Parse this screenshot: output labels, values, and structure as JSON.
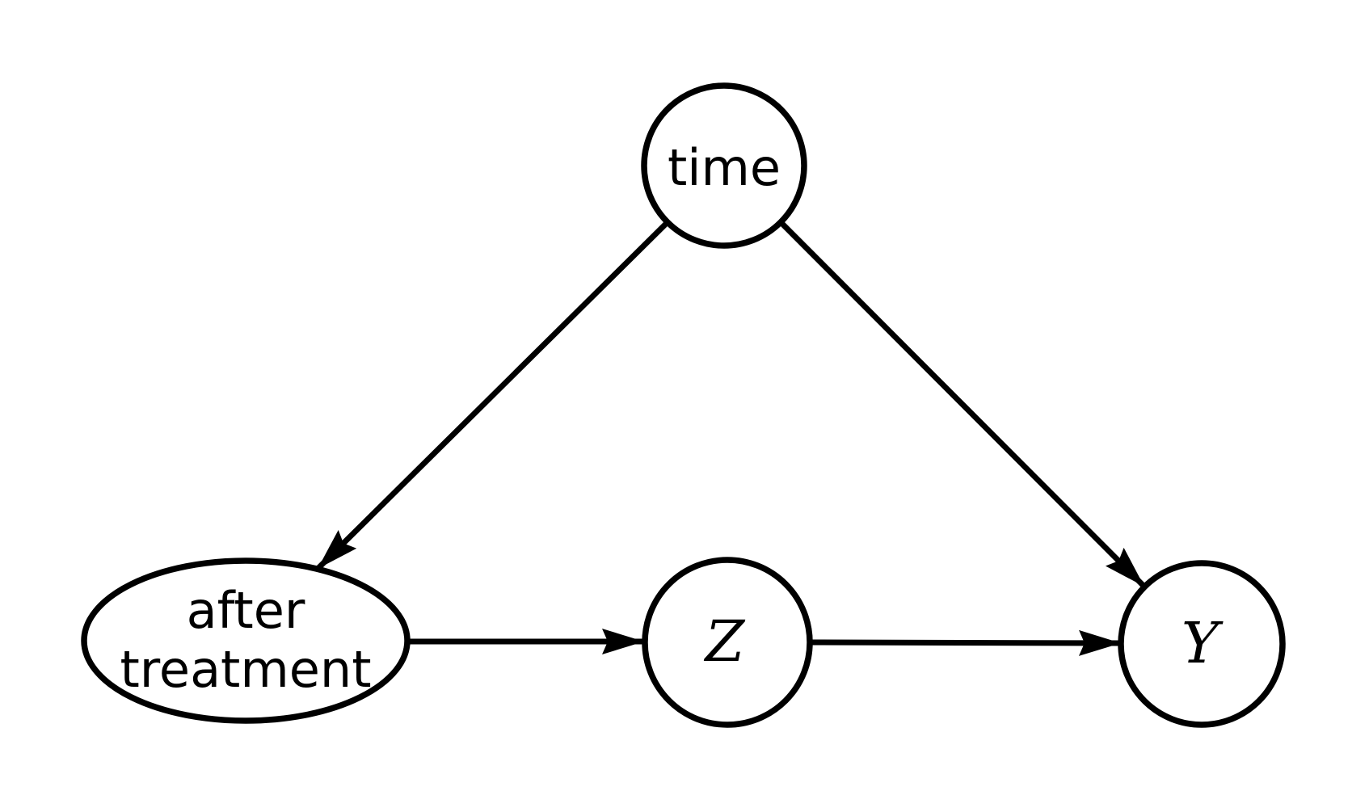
{
  "diagram": {
    "type": "causal-dag",
    "background_color": "#ffffff",
    "ink_color": "#000000",
    "nodes": [
      {
        "id": "time",
        "label": "time",
        "shape": "circle"
      },
      {
        "id": "after-treatment",
        "label_lines": [
          "after",
          "treatment"
        ],
        "shape": "ellipse"
      },
      {
        "id": "Z",
        "label": "Z",
        "shape": "circle",
        "label_style": "math-italic"
      },
      {
        "id": "Y",
        "label": "Y",
        "shape": "circle",
        "label_style": "math-italic"
      }
    ],
    "edges": [
      {
        "from": "time",
        "to": "after treatment",
        "direction": "arrow"
      },
      {
        "from": "time",
        "to": "Y",
        "direction": "arrow"
      },
      {
        "from": "after treatment",
        "to": "Z",
        "direction": "arrow"
      },
      {
        "from": "Z",
        "to": "Y",
        "direction": "arrow"
      }
    ]
  }
}
